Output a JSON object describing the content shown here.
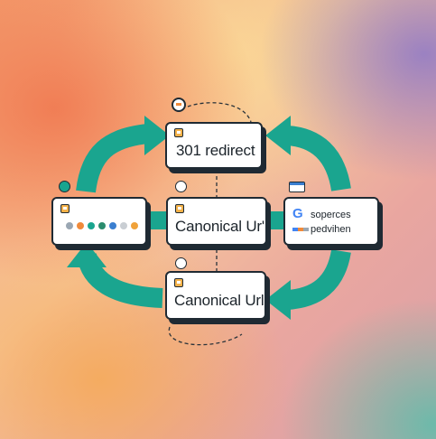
{
  "nodes": {
    "top": {
      "label": "301 redirect"
    },
    "center": {
      "label": "Canonical Ur'"
    },
    "bottom": {
      "label": "Canonical Url"
    },
    "right": {
      "logo": "G",
      "line1": "soperces",
      "line2": "pedvihen"
    }
  },
  "colors": {
    "teal": "#1aa58f",
    "outline": "#1f2a33",
    "card": "#ffffff"
  },
  "left_card_dots": [
    "#9aa7b3",
    "#f08a3a",
    "#1aa58f",
    "#2b8c6e",
    "#3b7fd0",
    "#c9ced3",
    "#f0a23a"
  ]
}
